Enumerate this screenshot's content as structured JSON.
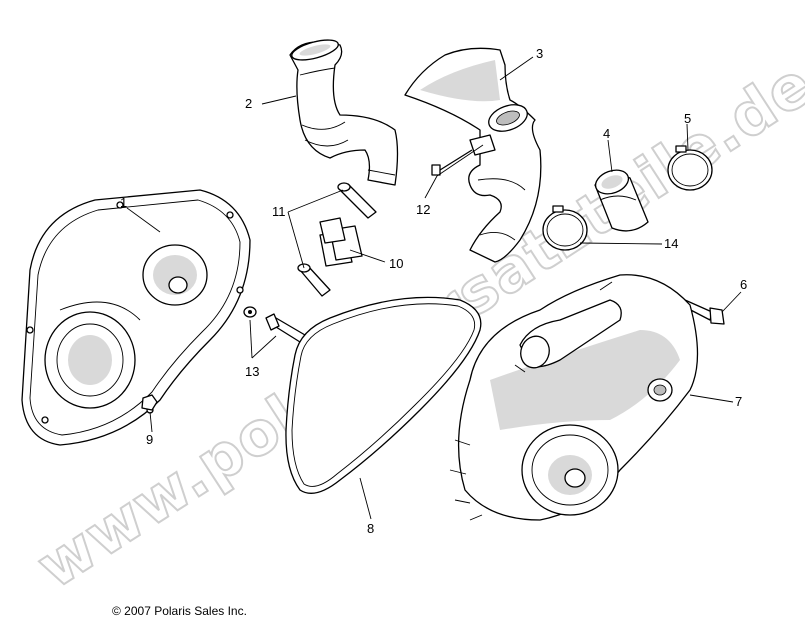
{
  "watermark": "www.polarisersatzteile.de",
  "copyright": "© 2007 Polaris Sales Inc.",
  "callouts": {
    "c1": "1",
    "c2": "2",
    "c3": "3",
    "c4": "4",
    "c5": "5",
    "c6": "6",
    "c7": "7",
    "c8": "8",
    "c9": "9",
    "c10": "10",
    "c11": "11",
    "c12": "12",
    "c13": "13",
    "c14": "14"
  }
}
